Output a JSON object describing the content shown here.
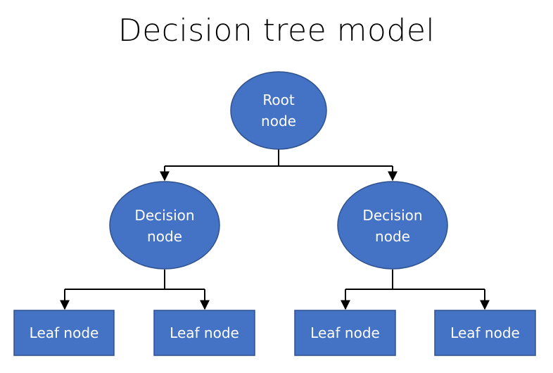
{
  "title": "Decision tree model",
  "colors": {
    "node_fill": "#4472C4",
    "node_stroke": "#2F528F",
    "connector": "#000000",
    "text": "#ffffff"
  },
  "nodes": {
    "root": [
      "Root",
      "node"
    ],
    "decision_left": [
      "Decision",
      "node"
    ],
    "decision_right": [
      "Decision",
      "node"
    ],
    "leaf_1": "Leaf node",
    "leaf_2": "Leaf node",
    "leaf_3": "Leaf node",
    "leaf_4": "Leaf node"
  }
}
